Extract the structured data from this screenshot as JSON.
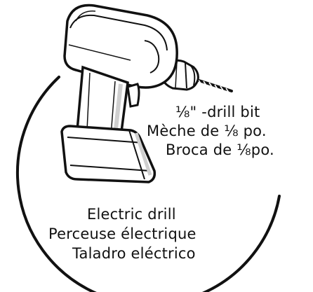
{
  "colors": {
    "ink": "#111111",
    "background": "#ffffff",
    "shadow": "#cfcfcf"
  },
  "labels": {
    "bit": {
      "en": "⅛\" -drill bit",
      "fr": "Mèche de ⅛ po.",
      "es": "Broca de ⅛po."
    },
    "drill": {
      "en": "Electric drill",
      "fr": "Perceuse électrique",
      "es": "Taladro eléctrico"
    }
  }
}
